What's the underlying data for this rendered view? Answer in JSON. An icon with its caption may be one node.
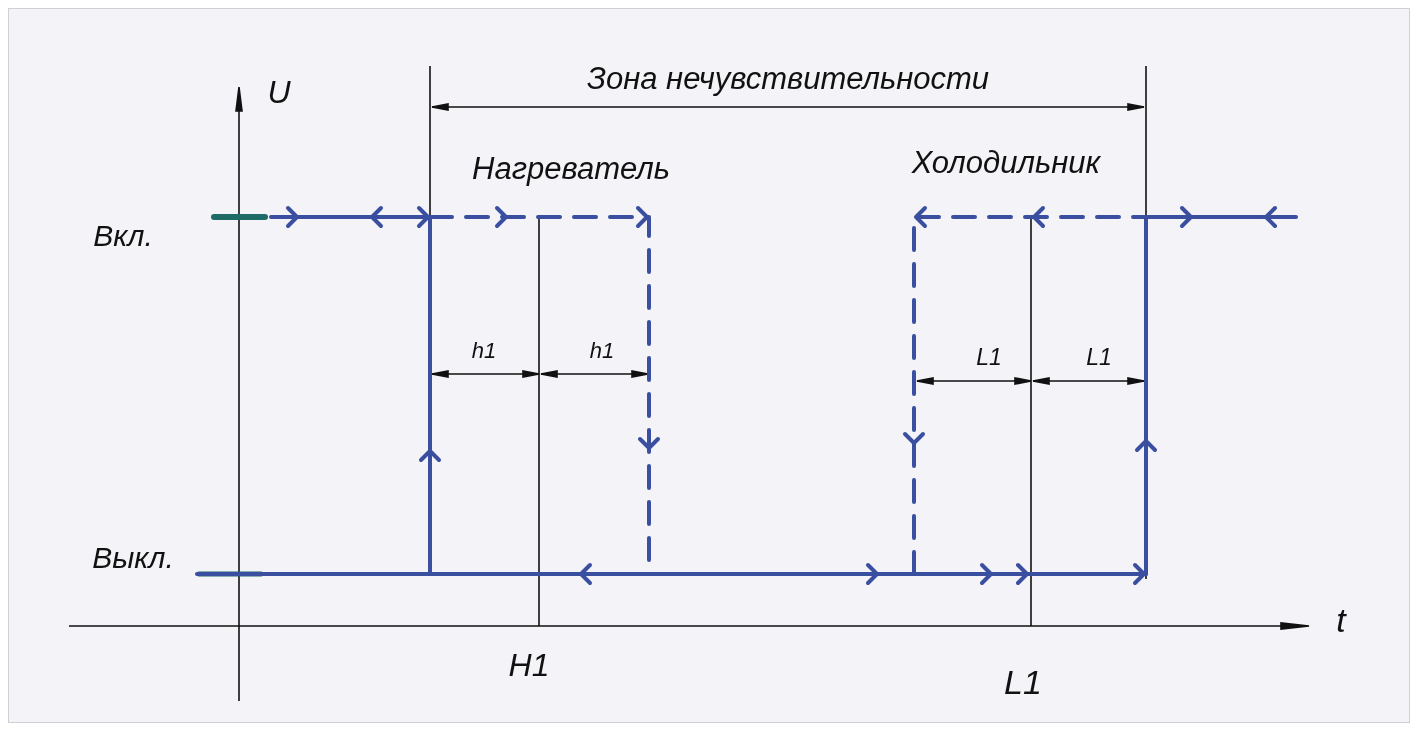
{
  "diagram": {
    "labels": [
      "U",
      "Зона нечувствительности",
      "Нагреватель",
      "Холодильник",
      "Вкл.",
      "h1",
      "h1",
      "L1",
      "L1",
      "Выкл.",
      "t",
      "H1",
      "L1"
    ]
  }
}
